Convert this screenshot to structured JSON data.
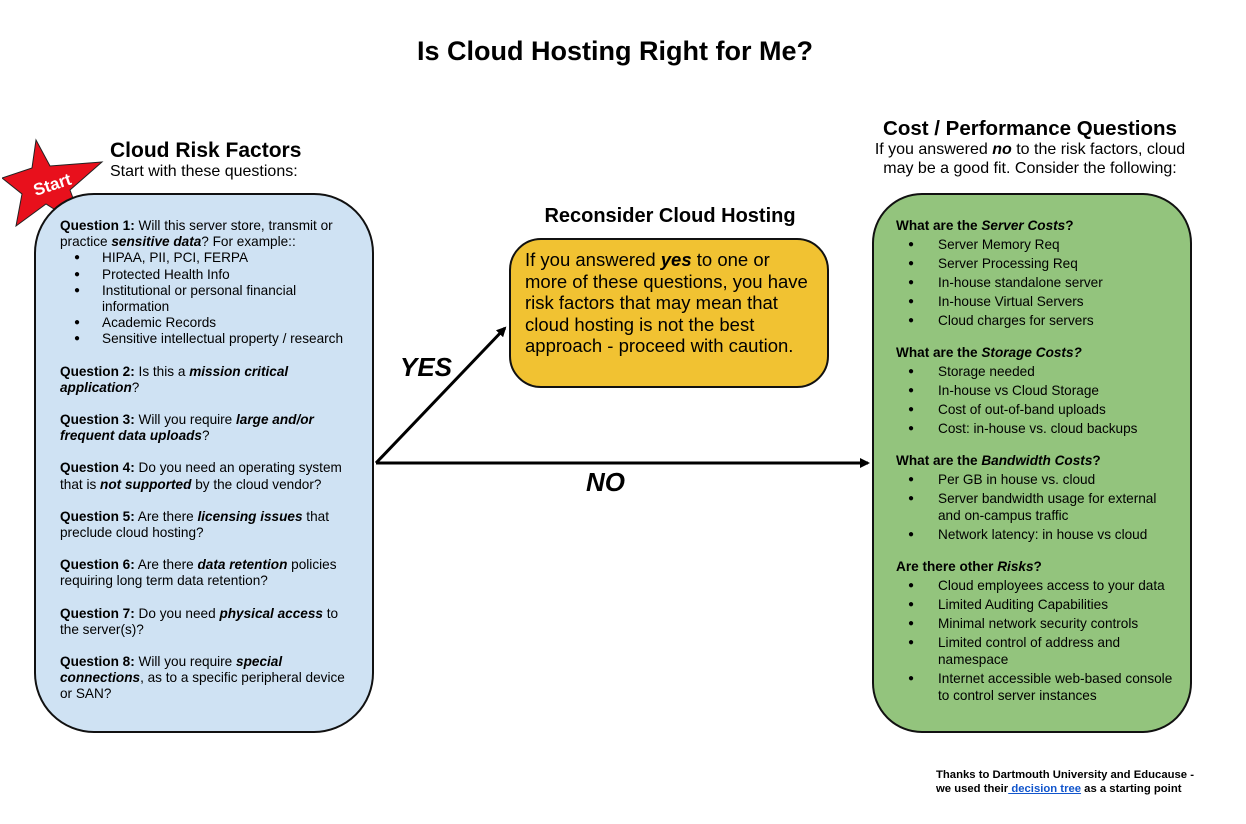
{
  "title": "Is Cloud Hosting Right for Me?",
  "start_badge": {
    "label": "Start",
    "color": "#e8101c"
  },
  "risk_factors": {
    "heading": "Cloud Risk Factors",
    "subheading": "Start with these questions:",
    "box_color": "#cfe2f3",
    "questions": [
      {
        "label": "Question 1:",
        "parts": [
          {
            "text": " Will this server store, transmit or practice ",
            "style": "normal"
          },
          {
            "text": " sensitive data",
            "style": "bi"
          },
          {
            "text": "? For example::",
            "style": "normal"
          }
        ],
        "bullets": [
          "HIPAA, PII, PCI, FERPA",
          "Protected Health Info",
          "Institutional or personal financial information",
          "Academic Records",
          "Sensitive intellectual property / research"
        ]
      },
      {
        "label": "Question 2:",
        "parts": [
          {
            "text": " Is this a ",
            "style": "normal"
          },
          {
            "text": "mission critical application",
            "style": "bi"
          },
          {
            "text": "?",
            "style": "normal"
          }
        ]
      },
      {
        "label": "Question 3:",
        "parts": [
          {
            "text": " Will you require ",
            "style": "normal"
          },
          {
            "text": "large and/or frequent data uploads",
            "style": "bi"
          },
          {
            "text": "?",
            "style": "normal"
          }
        ]
      },
      {
        "label": "Question 4:",
        "parts": [
          {
            "text": " Do you need an operating system that is ",
            "style": "normal"
          },
          {
            "text": "not supported",
            "style": "bi"
          },
          {
            "text": " by the cloud vendor?",
            "style": "normal"
          }
        ]
      },
      {
        "label": "Question 5:",
        "parts": [
          {
            "text": " Are there ",
            "style": "normal"
          },
          {
            "text": "licensing issues",
            "style": "bi"
          },
          {
            "text": " that preclude cloud hosting?",
            "style": "normal"
          }
        ]
      },
      {
        "label": "Question 6:",
        "parts": [
          {
            "text": " Are there ",
            "style": "normal"
          },
          {
            "text": "data retention",
            "style": "bi"
          },
          {
            "text": " policies requiring long term data retention?",
            "style": "normal"
          }
        ]
      },
      {
        "label": "Question 7:",
        "parts": [
          {
            "text": " Do you need ",
            "style": "normal"
          },
          {
            "text": "physical access",
            "style": "bi"
          },
          {
            "text": " to the server(s)?",
            "style": "normal"
          }
        ]
      },
      {
        "label": "Question 8:",
        "parts": [
          {
            "text": " Will you require ",
            "style": "normal"
          },
          {
            "text": "special connections",
            "style": "bi"
          },
          {
            "text": ", as to a specific peripheral device or SAN?",
            "style": "normal"
          }
        ]
      }
    ]
  },
  "reconsider": {
    "heading": "Reconsider Cloud Hosting",
    "box_color": "#f1c232",
    "parts": [
      {
        "text": "If you answered ",
        "style": "normal"
      },
      {
        "text": "yes",
        "style": "bi"
      },
      {
        "text": " to one or more of these questions, you have risk factors that may mean that cloud hosting is not the best approach - proceed with caution.",
        "style": "normal"
      }
    ]
  },
  "arrows": {
    "yes_label": "YES",
    "no_label": "NO"
  },
  "cost_performance": {
    "heading": "Cost / Performance Questions",
    "sub_parts": [
      {
        "text": "If you answered ",
        "style": "normal"
      },
      {
        "text": "no",
        "style": "bi"
      },
      {
        "text": " to the risk factors, cloud may be a good fit. Consider the following:",
        "style": "normal"
      }
    ],
    "box_color": "#93c47d",
    "sections": [
      {
        "heading_parts": [
          {
            "text": "What are the ",
            "style": "b"
          },
          {
            "text": "Server Costs",
            "style": "bi"
          },
          {
            "text": "?",
            "style": "b"
          }
        ],
        "bullets": [
          "Server Memory Req",
          "Server Processing Req",
          "In-house standalone server",
          "In-house Virtual Servers",
          "Cloud charges for servers"
        ]
      },
      {
        "heading_parts": [
          {
            "text": "What are the ",
            "style": "b"
          },
          {
            "text": "Storage Costs?",
            "style": "bi"
          }
        ],
        "bullets": [
          "Storage needed",
          "In-house vs Cloud Storage",
          "Cost of out-of-band uploads",
          "Cost: in-house vs. cloud backups"
        ]
      },
      {
        "heading_parts": [
          {
            "text": "What are the ",
            "style": "b"
          },
          {
            "text": "Bandwidth Costs",
            "style": "bi"
          },
          {
            "text": "?",
            "style": "b"
          }
        ],
        "bullets": [
          "Per GB in house vs. cloud",
          "Server bandwidth usage for external and on-campus traffic",
          "Network latency: in house vs cloud"
        ]
      },
      {
        "heading_parts": [
          {
            "text": "Are there other ",
            "style": "b"
          },
          {
            "text": "Risks",
            "style": "bi"
          },
          {
            "text": "?",
            "style": "b"
          }
        ],
        "bullets": [
          "Cloud employees access to your data",
          "Limited Auditing Capabilities",
          "Minimal network security controls",
          "Limited control of address and namespace",
          "Internet accessible web-based console to control server instances"
        ]
      }
    ]
  },
  "credit": {
    "line1": "Thanks to Dartmouth University and Educause  -",
    "line2_prefix": "we used their",
    "link_text": " decision tree",
    "line2_suffix": " as a starting point"
  }
}
